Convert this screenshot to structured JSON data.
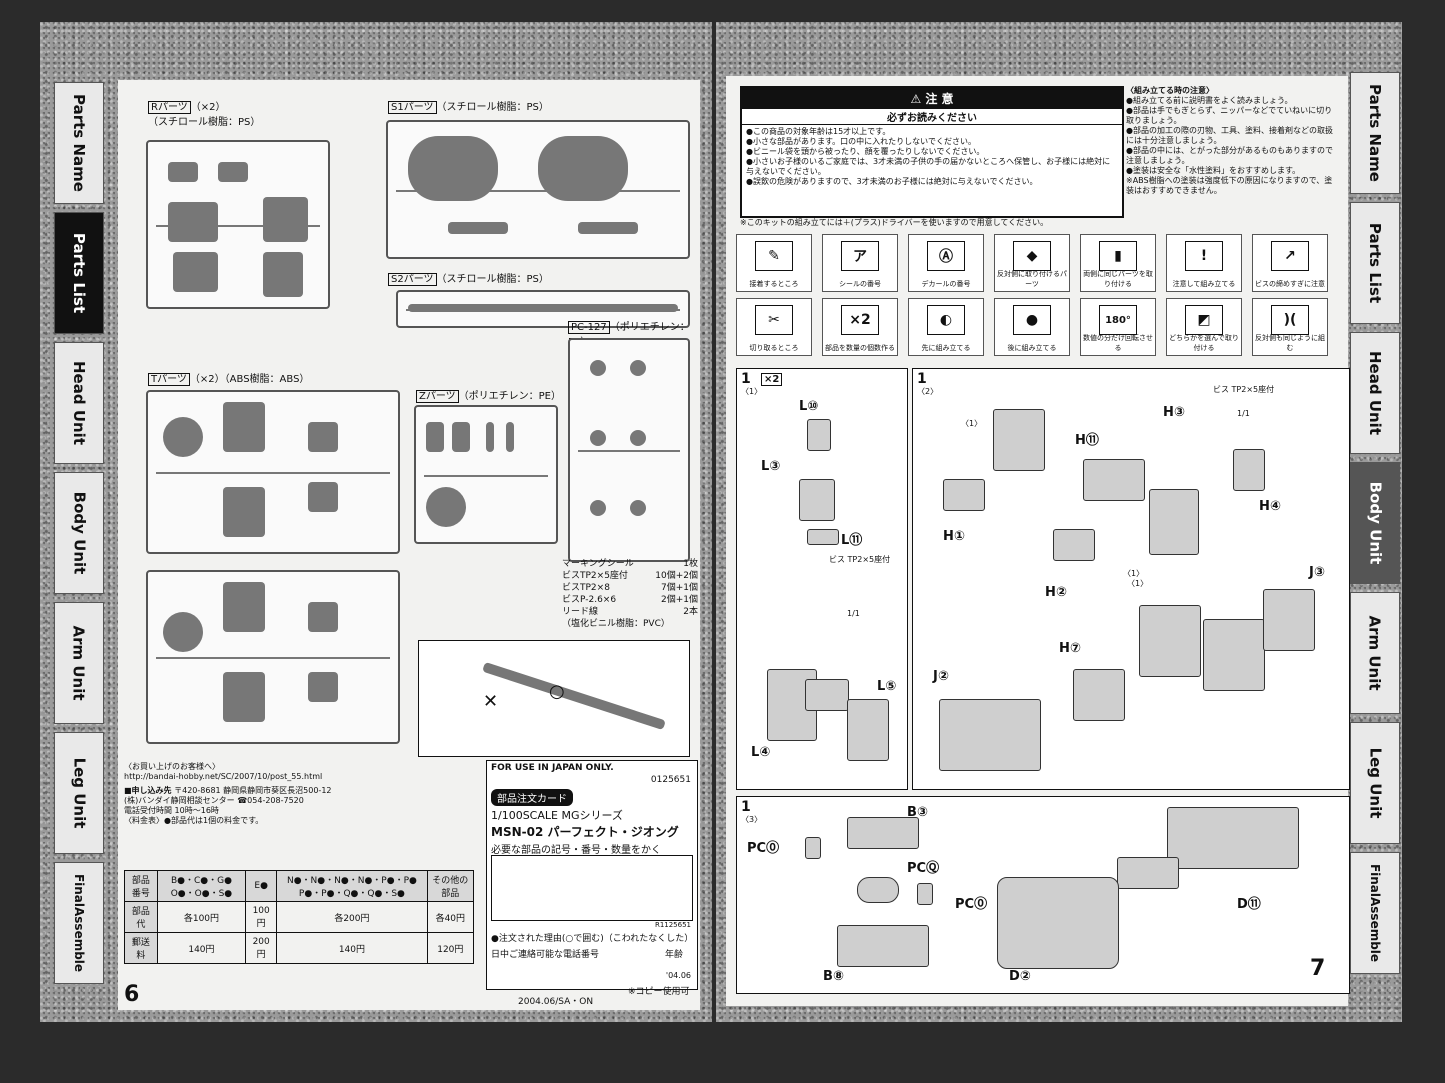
{
  "left_page": {
    "tabs": [
      "Parts Name",
      "Parts List",
      "Head Unit",
      "Body Unit",
      "Arm Unit",
      "Leg Unit",
      "FinalAssemble"
    ],
    "active_tab": "Parts List",
    "page_number": "6",
    "sprues": {
      "r": {
        "name": "Rパーツ",
        "count": "（×2）",
        "material": "（スチロール樹脂：PS）"
      },
      "s1": {
        "name": "S1パーツ",
        "material": "（スチロール樹脂：PS）"
      },
      "s2": {
        "name": "S2パーツ",
        "material": "（スチロール樹脂：PS）"
      },
      "t": {
        "name": "Tパーツ",
        "count": "（×2）",
        "material": "（ABS樹脂：ABS）"
      },
      "z": {
        "name": "Zパーツ",
        "material": "（ポリエチレン：PE）"
      },
      "pc": {
        "name": "PC-127",
        "material": "（ポリエチレン：PE）"
      }
    },
    "accessories": [
      {
        "name": "マーキングシール",
        "qty": "1枚"
      },
      {
        "name": "ビスTP2×5座付",
        "qty": "10個+2個"
      },
      {
        "name": "ビスTP2×8",
        "qty": "7個+1個"
      },
      {
        "name": "ビスP-2.6×6",
        "qty": "2個+1個"
      },
      {
        "name": "リード線",
        "qty": "2本"
      },
      {
        "name": "（塩化ビニル樹脂：PVC）",
        "qty": ""
      }
    ],
    "order_card": {
      "notice_title": "〈お買い上げのお客様へ〉",
      "notice_url": "http://bandai-hobby.net/SC/2007/10/post_55.html",
      "apply_label": "■申し込み先",
      "postal": "〒420-8681 静岡県静岡市葵区長沼500-12",
      "center": "(株)バンダイ静岡相談センター",
      "phone": "☎054-208-7520",
      "hours_label": "電話受付時間",
      "hours": "10時〜16時",
      "fee_label": "〈料金表〉",
      "fee_note": "●部品代は1個の料金です。",
      "japan_only": "FOR USE IN JAPAN ONLY.",
      "card_no": "0125651",
      "card_title": "部品注文カード",
      "series": "1/100SCALE MGシリーズ",
      "product": "MSN-02 パーフェクト・ジオング",
      "instruction": "必要な部品の記号・番号・数量をかく",
      "reason": "●注文された理由(○で囲む)（こわれたなくした）",
      "phone_field": "日中ご連絡可能な電話番号",
      "age": "年齢",
      "date": "'04.06",
      "code": "R1125651",
      "footer": "2004.06/SA・ON",
      "copy": "※コピー使用可"
    },
    "price_table": {
      "headers": [
        "部品番号",
        "B●・C●・G●\nO●・O●・S●",
        "E●",
        "N●・N●・N●・N●・P●・P●\nP●・P●・Q●・Q●・S●",
        "その他の部品"
      ],
      "rows": [
        [
          "部品代",
          "各100円",
          "100円",
          "各200円",
          "各40円"
        ],
        [
          "郵送料",
          "140円",
          "200円",
          "140円",
          "120円"
        ]
      ]
    }
  },
  "right_page": {
    "tabs": [
      "Parts Name",
      "Parts List",
      "Head Unit",
      "Body Unit",
      "Arm Unit",
      "Leg Unit",
      "FinalAssemble"
    ],
    "active_tab": "Body Unit",
    "page_number": "7",
    "warning": {
      "title": "⚠ 注 意",
      "subtitle": "必ずお読みください",
      "lines": [
        "●この商品の対象年齢は15才以上です。",
        "●小さな部品があります。口の中に入れたりしないでください。",
        "●ビニール袋を頭から被ったり、顔を覆ったりしないでください。",
        "●小さいお子様のいるご家庭では、3才未満の子供の手の届かないところへ保管し、お子様には絶対に与えないでください。",
        "●誤飲の危険がありますので、3才未満のお子様には絶対に与えないでください。"
      ],
      "driver_note": "※このキットの組み立てには＋(プラス)ドライバーを使いますので用意してください。"
    },
    "caution": {
      "title": "〈組み立てる時の注意〉",
      "lines": [
        "●組み立てる前に説明書をよく読みましょう。",
        "●部品は手でもぎとらず、ニッパーなどでていねいに切り取りましょう。",
        "●部品の加工の際の刃物、工具、塗料、接着剤などの取扱には十分注意しましょう。",
        "●部品の中には、とがった部分があるものもありますので注意しましょう。",
        "●塗装は安全な「水性塗料」をおすすめします。",
        "※ABS樹脂への塗装は強度低下の原因になりますので、塗装はおすすめできません。"
      ]
    },
    "icons": [
      {
        "glyph": "✎",
        "caption": "接着するところ"
      },
      {
        "glyph": "ア",
        "caption": "シールの番号"
      },
      {
        "glyph": "Ⓐ",
        "caption": "デカールの番号"
      },
      {
        "glyph": "◆",
        "caption": "反対側に取り付けるパーツ"
      },
      {
        "glyph": "▮",
        "caption": "両側に同じパーツを取り付ける"
      },
      {
        "glyph": "!",
        "caption": "注意して組み立てる"
      },
      {
        "glyph": "↗",
        "caption": "ビスの締めすぎに注意"
      },
      {
        "glyph": "✂",
        "caption": "切り取るところ"
      },
      {
        "glyph": "×2",
        "caption": "部品を数量の個数作る"
      },
      {
        "glyph": "◐",
        "caption": "先に組み立てる"
      },
      {
        "glyph": "●",
        "caption": "後に組み立てる"
      },
      {
        "glyph": "180°",
        "caption": "数値の分だけ回転させる"
      },
      {
        "glyph": "◩",
        "caption": "どちらかを選んで取り付ける"
      },
      {
        "glyph": ")(",
        "caption": "反対側も同じように組む"
      }
    ],
    "steps": {
      "s1a": {
        "num": "1",
        "sub": "〈1〉",
        "mult": "×2"
      },
      "s1b": {
        "num": "1",
        "sub": "〈2〉"
      },
      "s1c": {
        "num": "1",
        "sub": "〈3〉"
      }
    },
    "labels": {
      "l10": "L⑩",
      "l3": "L③",
      "l11": "L⑪",
      "l4": "L④",
      "l5": "L⑤",
      "h1": "H①",
      "h2": "H②",
      "h3": "H③",
      "h4": "H④",
      "h7": "H⑦",
      "h11": "H⑪",
      "j2": "J②",
      "j3": "J③",
      "b3": "B③",
      "b8": "B⑧",
      "d2": "D②",
      "d11": "D⑪",
      "pcj1": "PC⓪",
      "pcq": "PCⓆ",
      "pcj2": "PC⓪",
      "screw1": "ビス TP2×5座付",
      "screw_ratio": "1/1",
      "screw2": "ビス TP2×5座付",
      "screw_ratio2": "1/1",
      "step_ref": "〈1〉",
      "step_ref2": "〈1〉",
      "step_ref3": "〈1〉"
    }
  }
}
